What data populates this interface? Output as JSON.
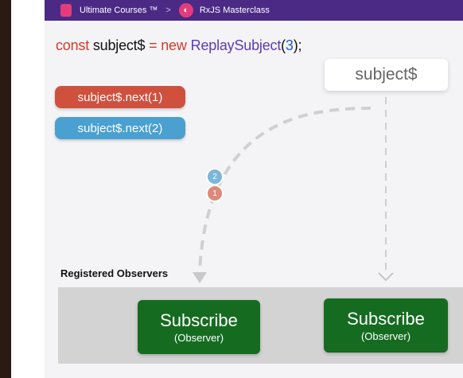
{
  "breadcrumb": {
    "brand": "Ultimate Courses ™",
    "separator": ">",
    "course": "RxJS Masterclass"
  },
  "code_line": {
    "keyword_const": "const",
    "var_name": "subject$",
    "equals": "=",
    "keyword_new": "new",
    "class_name": "ReplaySubject",
    "paren_open": "(",
    "arg": "3",
    "paren_close": ");"
  },
  "emissions": [
    {
      "label": "subject$.next(1)",
      "color": "#d0503e"
    },
    {
      "label": "subject$.next(2)",
      "color": "#4aa0d0"
    }
  ],
  "subject_box": {
    "label": "subject$"
  },
  "badges": [
    {
      "value": "2",
      "color": "#7cb6d9"
    },
    {
      "value": "1",
      "color": "#d98a7b"
    }
  ],
  "observers_section": {
    "title": "Registered Observers",
    "subscribers": [
      {
        "title": "Subscribe",
        "subtitle": "(Observer)"
      },
      {
        "title": "Subscribe",
        "subtitle": "(Observer)"
      }
    ]
  },
  "colors": {
    "topbar": "#4b2a86",
    "subscribe_green": "#156c21",
    "dash": "#c9c9c9"
  }
}
